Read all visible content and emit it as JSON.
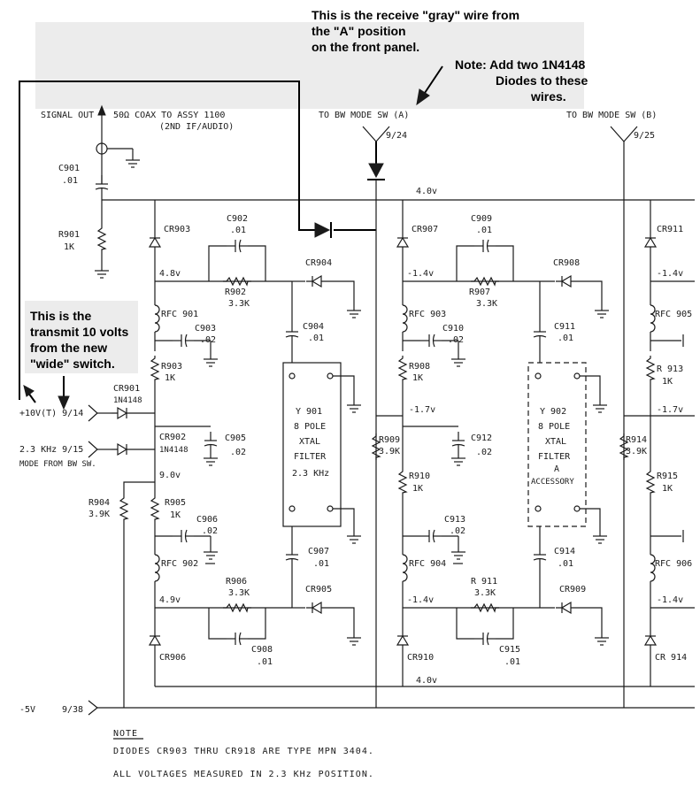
{
  "annotations": {
    "gray_wire": [
      "This is the receive \"gray\" wire from",
      "the \"A\" position",
      "on the front panel."
    ],
    "diodes_note": [
      "Note: Add two 1N4148",
      "Diodes to these",
      "wires."
    ],
    "transmit": [
      "This is the",
      "transmit 10 volts",
      "from the new",
      "\"wide\" switch."
    ]
  },
  "header": {
    "signal_out": "SIGNAL OUT",
    "coax": "50Ω COAX  TO  ASSY 1100",
    "if_audio": "(2ND IF/AUDIO)",
    "bw_a": "TO  BW  MODE  SW (A)",
    "bw_b": "TO  BW  MODE  SW (B)",
    "pin_a": "9/24",
    "pin_b": "9/25"
  },
  "inputs": {
    "plus10v": "+10V(T) 9/14",
    "khz_pin": "2.3 KHz  9/15",
    "mode_from": "MODE FROM BW SW.",
    "minus5v": "-5V",
    "pin_38": "9/38"
  },
  "components": {
    "c901": "C901",
    "c901v": ".01",
    "r901": "R901",
    "r901v": "1K",
    "cr903": "CR903",
    "c902": "C902",
    "c902v": ".01",
    "r902": "R902",
    "r902v": "3.3K",
    "cr904": "CR904",
    "rfc901": "RFC 901",
    "c903": "C903",
    "c903v": ".02",
    "c904": "C904",
    "c904v": ".01",
    "r903": "R903",
    "r903v": "1K",
    "cr901": "CR901",
    "cr901v": "1N4148",
    "cr902": "CR902",
    "cr902v": "1N4148",
    "c905": "C905",
    "c905v": ".02",
    "r904": "R904",
    "r904v": "3.9K",
    "r905": "R905",
    "r905v": "1K",
    "c906": "C906",
    "c906v": ".02",
    "rfc902": "RFC 902",
    "c907": "C907",
    "c907v": ".01",
    "r906": "R906",
    "r906v": "3.3K",
    "cr905": "CR905",
    "c908": "C908",
    "c908v": ".01",
    "cr906": "CR906",
    "y901": [
      "Y 901",
      "8 POLE",
      "XTAL",
      "FILTER",
      "2.3 KHz"
    ],
    "cr907": "CR907",
    "c909": "C909",
    "c909v": ".01",
    "r907": "R907",
    "r907v": "3.3K",
    "cr908": "CR908",
    "rfc903": "RFC 903",
    "c910": "C910",
    "c910v": ".02",
    "c911": "C911",
    "c911v": ".01",
    "r908": "R908",
    "r908v": "1K",
    "r909": "R909",
    "r909v": "3.9K",
    "c912": "C912",
    "c912v": ".02",
    "r910": "R910",
    "r910v": "1K",
    "c913": "C913",
    "c913v": ".02",
    "rfc904": "RFC 904",
    "r911": "R 911",
    "r911v": "3.3K",
    "c914": "C914",
    "c914v": ".01",
    "cr909": "CR909",
    "c915": "C915",
    "c915v": ".01",
    "cr910": "CR910",
    "y902": [
      "Y 902",
      "8 POLE",
      "XTAL",
      "FILTER",
      "A",
      "ACCESSORY"
    ],
    "cr911": "CR911",
    "rfc905": "RFC 905",
    "r913": "R 913",
    "r913v": "1K",
    "r914": "R914",
    "r914v": "3.9K",
    "r915": "R915",
    "r915v": "1K",
    "rfc906": "RFC 906",
    "cr914": "CR 914"
  },
  "voltages": {
    "v_top": "4.0v",
    "v_bottom": "4.0v",
    "v_48": "4.8v",
    "v_90": "9.0v",
    "v_49": "4.9v",
    "v_m14a": "-1.4v",
    "v_m17a": "-1.7v",
    "v_m14b": "-1.4v",
    "v_m14c": "-1.4v",
    "v_m17b": "-1.7v",
    "v_m14d": "-1.4v"
  },
  "note": {
    "heading": "NOTE",
    "line1": "DIODES  CR903  THRU  CR918  ARE  TYPE  MPN 3404.",
    "line2": "ALL  VOLTAGES  MEASURED   IN  2.3 KHz   POSITION."
  }
}
